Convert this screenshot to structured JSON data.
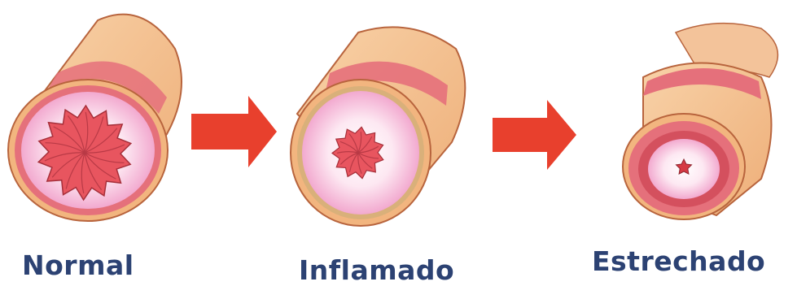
{
  "labels": {
    "normal": "Normal",
    "inflamado": "Inflamado",
    "estrechado": "Estrechado"
  },
  "colors": {
    "outer_tube": "#f3c08f",
    "tube_dark": "#d98a5e",
    "muscle_band": "#e5707b",
    "mucosa_ring": "#f5b8d6",
    "mucosa_inner": "#ffffff",
    "lumen_folds": "#e8555f",
    "arrow": "#e8402d",
    "text": "#2c4273"
  },
  "icons": {
    "arrow_1": "right-arrow-icon",
    "arrow_2": "right-arrow-icon"
  }
}
